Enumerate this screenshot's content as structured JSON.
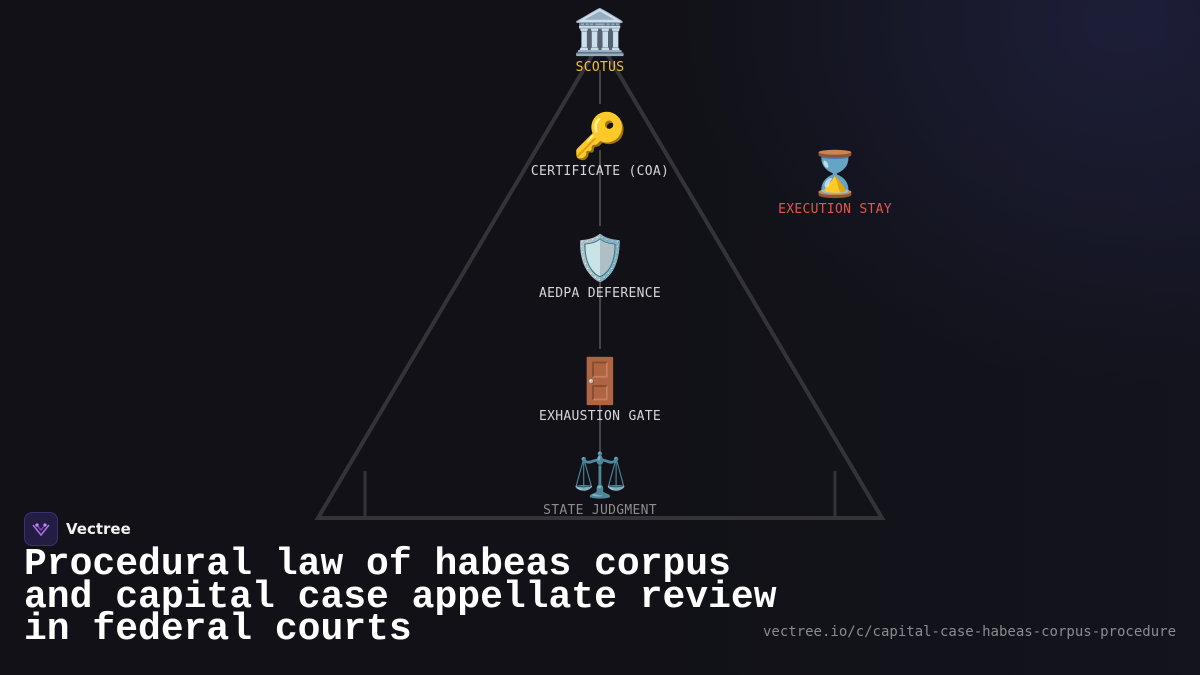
{
  "diagram": {
    "nodes": [
      {
        "id": "scotus",
        "icon": "🏛️",
        "icon_name": "courthouse-icon",
        "label": "SCOTUS",
        "color": "#f2c230"
      },
      {
        "id": "coa",
        "icon": "🔑",
        "icon_name": "key-icon",
        "label": "CERTIFICATE (COA)",
        "color": "#d6d6d6"
      },
      {
        "id": "aedpa",
        "icon": "🛡️",
        "icon_name": "shield-icon",
        "label": "AEDPA DEFERENCE",
        "color": "#d6d6d6"
      },
      {
        "id": "exhaustion",
        "icon": "🚪",
        "icon_name": "door-icon",
        "label": "EXHAUSTION GATE",
        "color": "#d6d6d6"
      },
      {
        "id": "state",
        "icon": "⚖️",
        "icon_name": "scales-icon",
        "label": "STATE JUDGMENT",
        "color": "#8d8d8d"
      }
    ],
    "side_node": {
      "id": "stay",
      "icon": "⌛",
      "icon_name": "hourglass-icon",
      "label": "EXECUTION STAY",
      "color": "#e2574a"
    }
  },
  "brand": {
    "name": "Vectree",
    "logo_icon": "vectree-logo-icon"
  },
  "title_lines": [
    "Procedural law of habeas corpus",
    "and capital case appellate review",
    "in federal courts"
  ],
  "url": "vectree.io/c/capital-case-habeas-corpus-procedure",
  "colors": {
    "background": "#111117",
    "triangle": "#333338",
    "connector": "#6a6a6a",
    "accent_gold": "#f2c230",
    "accent_red": "#e2574a"
  }
}
